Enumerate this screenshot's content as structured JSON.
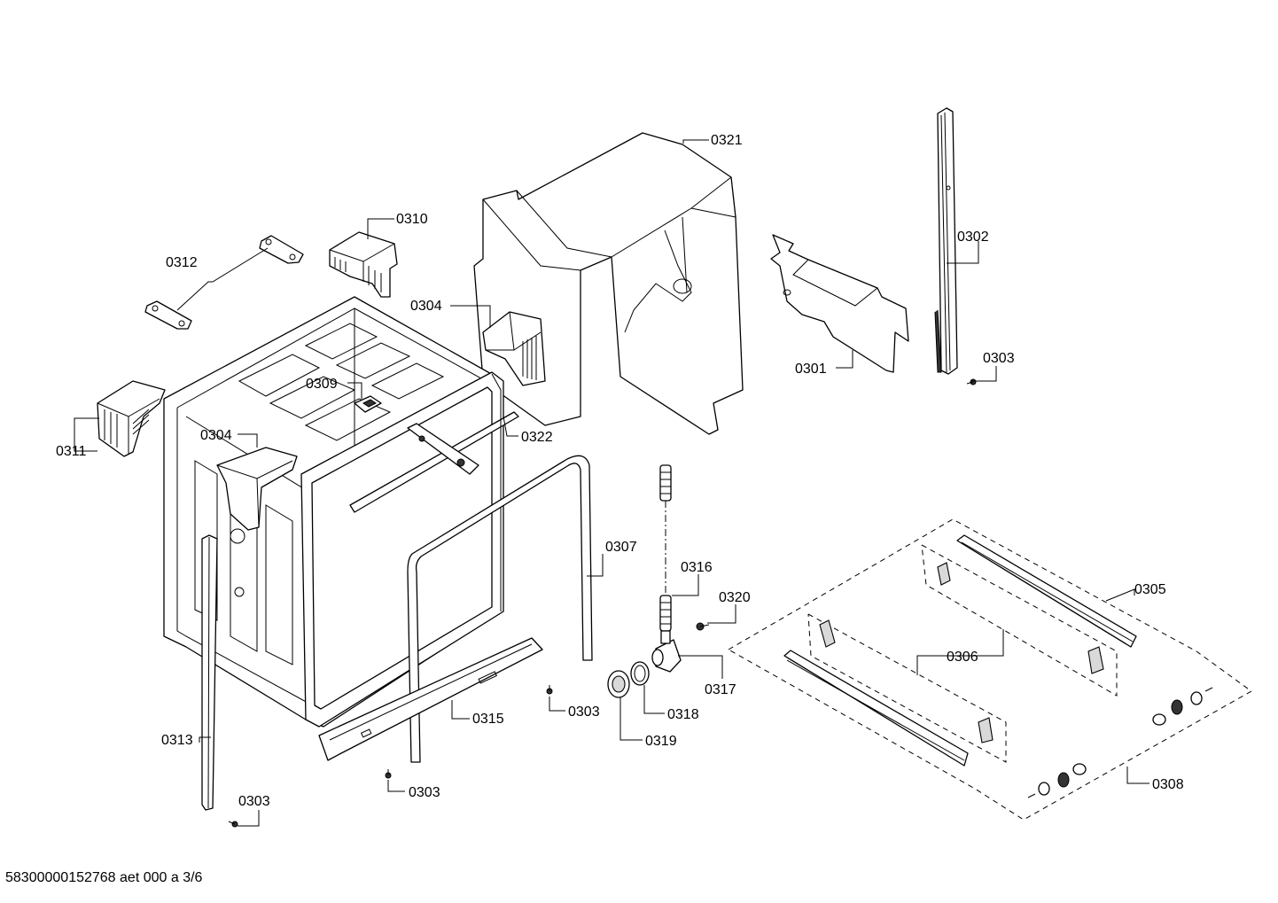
{
  "labels": {
    "p0321": "0321",
    "p0310": "0310",
    "p0312": "0312",
    "p0302": "0302",
    "p0304_top": "0304",
    "p0309": "0309",
    "p0303_right": "0303",
    "p0301": "0301",
    "p0322": "0322",
    "p0304_left": "0304",
    "p0311": "0311",
    "p0307": "0307",
    "p0316": "0316",
    "p0320": "0320",
    "p0305": "0305",
    "p0306": "0306",
    "p0317": "0317",
    "p0303_mid": "0303",
    "p0318": "0318",
    "p0315": "0315",
    "p0319": "0319",
    "p0313": "0313",
    "p0303_bottom": "0303",
    "p0303_lower": "0303",
    "p0308": "0308"
  },
  "document_id": "58300000152768 aet 000 a 3/6"
}
